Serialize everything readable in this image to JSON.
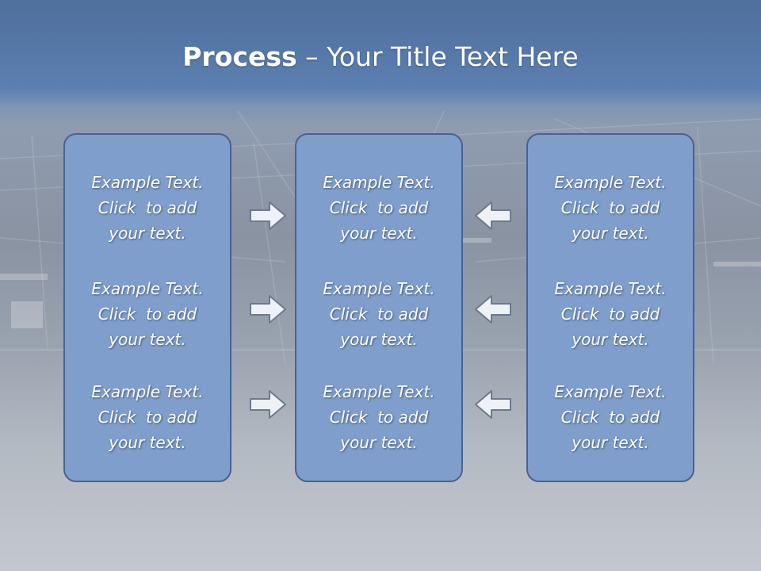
{
  "slide": {
    "title_bold": "Process",
    "title_rest": " – Your Title Text Here"
  },
  "columns": [
    {
      "items": [
        "Example Text.\nClick  to add\nyour text.",
        "Example Text.\nClick  to add\nyour text.",
        "Example Text.\nClick  to add\nyour text."
      ]
    },
    {
      "items": [
        "Example Text.\nClick  to add\nyour text.",
        "Example Text.\nClick  to add\nyour text.",
        "Example Text.\nClick  to add\nyour text."
      ]
    },
    {
      "items": [
        "Example Text.\nClick  to add\nyour text.",
        "Example Text.\nClick  to add\nyour text.",
        "Example Text.\nClick  to add\nyour text."
      ]
    }
  ],
  "arrows": {
    "left_direction": "right",
    "right_direction": "left",
    "fill_color": "#eef1f5",
    "stroke_color": "#6d7a8c"
  },
  "colors": {
    "panel_fill": "#7f9ecb",
    "panel_border": "#4a6290",
    "header_band": "#5b7fb0"
  }
}
